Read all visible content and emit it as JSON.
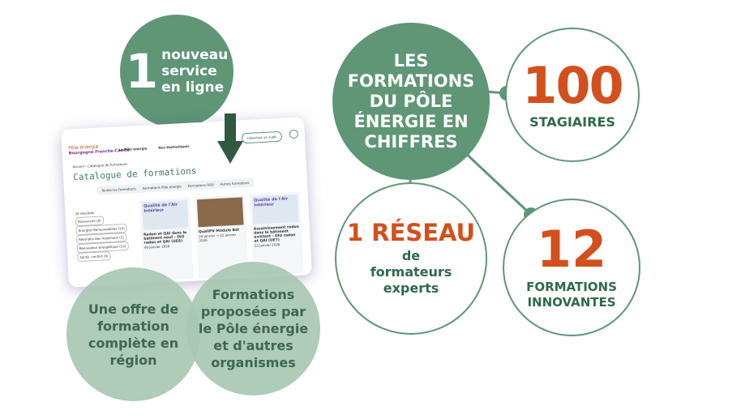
{
  "new_service": {
    "number": "1",
    "text": [
      "nouveau",
      "service",
      "en ligne"
    ]
  },
  "main_title": [
    "LES",
    "FORMATIONS",
    "DU PÔLE",
    "ÉNERGIE EN",
    "CHIFFRES"
  ],
  "stats": [
    {
      "value": "100",
      "label": "STAGIAIRES"
    },
    {
      "value": "1 RÉSEAU",
      "label": "de formateurs experts"
    },
    {
      "value": "12",
      "label": "FORMATIONS INNOVANTES"
    }
  ],
  "bottom_bubbles": [
    {
      "text": "Une offre de formation complète en région"
    },
    {
      "text": "Formations proposées par le Pôle énergie et d'autres organismes"
    }
  ],
  "screenshot": {
    "logo": "Pôle énergie",
    "logo_sub": "Bourgogne Franche-Comté",
    "nav": [
      "Le Pôle énergie",
      "Nos thématiques"
    ],
    "search": "Cherchez un sujet",
    "breadcrumb": "Accueil › Catalogue de formations",
    "title": "Catalogue de formations",
    "tabs": [
      "Toutes les formations",
      "Formations Pôle énergie",
      "Formations RGE",
      "Autres formations"
    ],
    "results": "34 résultats",
    "filters": [
      "Biosourcés (8)",
      "Énergies Renouvelables (10)",
      "Réemploi des matériaux (3)",
      "Rénovation énergétique (10)",
      "Santé, confort (6)"
    ],
    "cards": [
      {
        "img": "Qualité de l'Air Intérieur",
        "title": "Radon et QAI dans le bâtiment neuf - DIU radon et QAI (UE6)",
        "date": "09 janvier 2026"
      },
      {
        "img": "",
        "title": "QualiPV Module Bat",
        "date": "20 janvier → 22 janvier 2026"
      },
      {
        "img": "Qualité de l'Air Intérieur",
        "title": "Assainissement radon dans le bâtiment existant - DIU radon et QAI (UE7)",
        "date": "23 janvier 2026"
      }
    ]
  }
}
